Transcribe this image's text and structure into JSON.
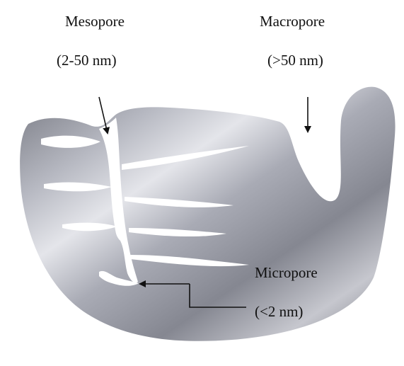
{
  "labels": {
    "mesopore": {
      "name": "Mesopore",
      "range": "(2-50 nm)"
    },
    "macropore": {
      "name": "Macropore",
      "range": "(>50 nm)"
    },
    "micropore": {
      "name": "Micropore",
      "range": "(<2 nm)"
    }
  },
  "colors": {
    "particle_dark": "#6e7079",
    "particle_mid": "#9a9ca6",
    "particle_light": "#e6e7ec",
    "pore": "#ffffff",
    "text": "#111111",
    "arrow": "#111111"
  }
}
